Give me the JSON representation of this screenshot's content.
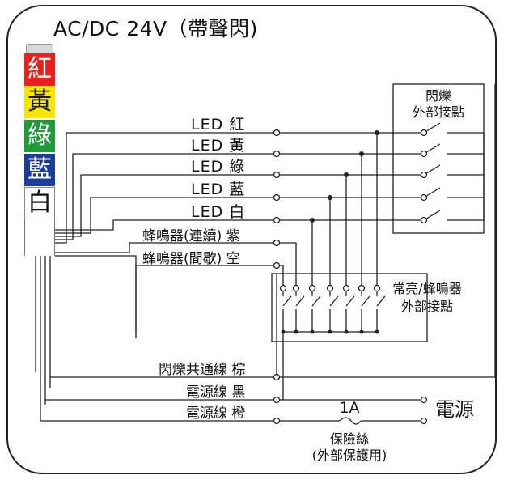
{
  "title": "AC/DC 24V（帶聲閃)",
  "tower": {
    "segments": [
      {
        "label": "紅",
        "bg": "#e8211c",
        "fg": "#ffffff"
      },
      {
        "label": "黃",
        "bg": "#f5e600",
        "fg": "#111111"
      },
      {
        "label": "綠",
        "bg": "#1f9b3a",
        "fg": "#ffffff"
      },
      {
        "label": "藍",
        "bg": "#1b3c9c",
        "fg": "#ffffff"
      },
      {
        "label": "白",
        "bg": "#ffffff",
        "fg": "#111111"
      }
    ]
  },
  "wires": {
    "led_red": "LED 紅",
    "led_yellow": "LED 黃",
    "led_green": "LED 綠",
    "led_blue": "LED 藍",
    "led_white": "LED 白",
    "buzzer_continuous": "蜂鳴器(連續) 紫",
    "buzzer_intermittent": "蜂鳴器(間歇) 空",
    "flash_common": "閃爍共通線 棕",
    "power_black": "電源線 黑",
    "power_orange": "電源線 橙"
  },
  "labels": {
    "flash_contact_line1": "閃爍",
    "flash_contact_line2": "外部接點",
    "steady_contact_line1": "常亮/蜂鳴器",
    "steady_contact_line2": "外部接點",
    "fuse_rating": "1A",
    "fuse_line1": "保險絲",
    "fuse_line2": "(外部保護用)",
    "power": "電源"
  }
}
